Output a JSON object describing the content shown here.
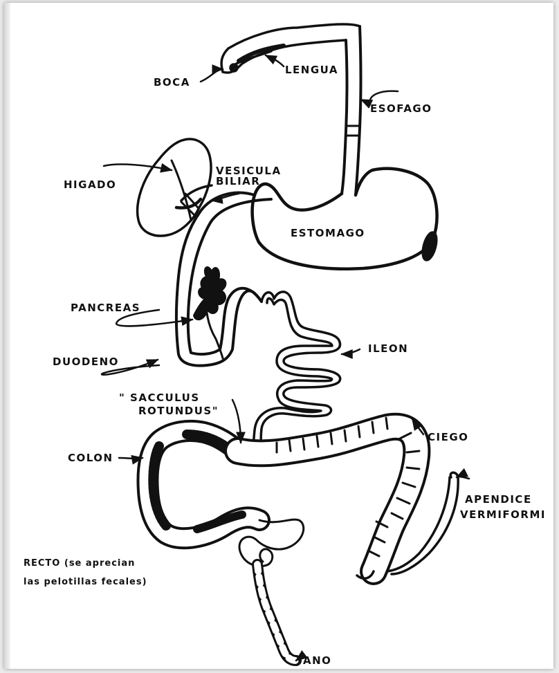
{
  "diagram": {
    "labels": {
      "boca": "BOCA",
      "lengua": "LENGUA",
      "esofago": "ESOFAGO",
      "vesicula": "VESICULA",
      "biliar": "BILIAR",
      "higado": "HIGADO",
      "estomago": "ESTOMAGO",
      "pancreas": "PANCREAS",
      "ileon": "ILEON",
      "duodeno": "DUODENO",
      "sacculus_1": "\" SACCULUS",
      "sacculus_2": "ROTUNDUS\"",
      "ciego": "CIEGO",
      "colon": "COLON",
      "apendice_1": "APENDICE",
      "apendice_2": "VERMIFORMI",
      "recto_1": "RECTO (se aprecian",
      "recto_2": "las pelotillas fecales)",
      "ano": "ANO"
    },
    "colors": {
      "ink": "#111111",
      "paper": "#ffffff"
    }
  }
}
